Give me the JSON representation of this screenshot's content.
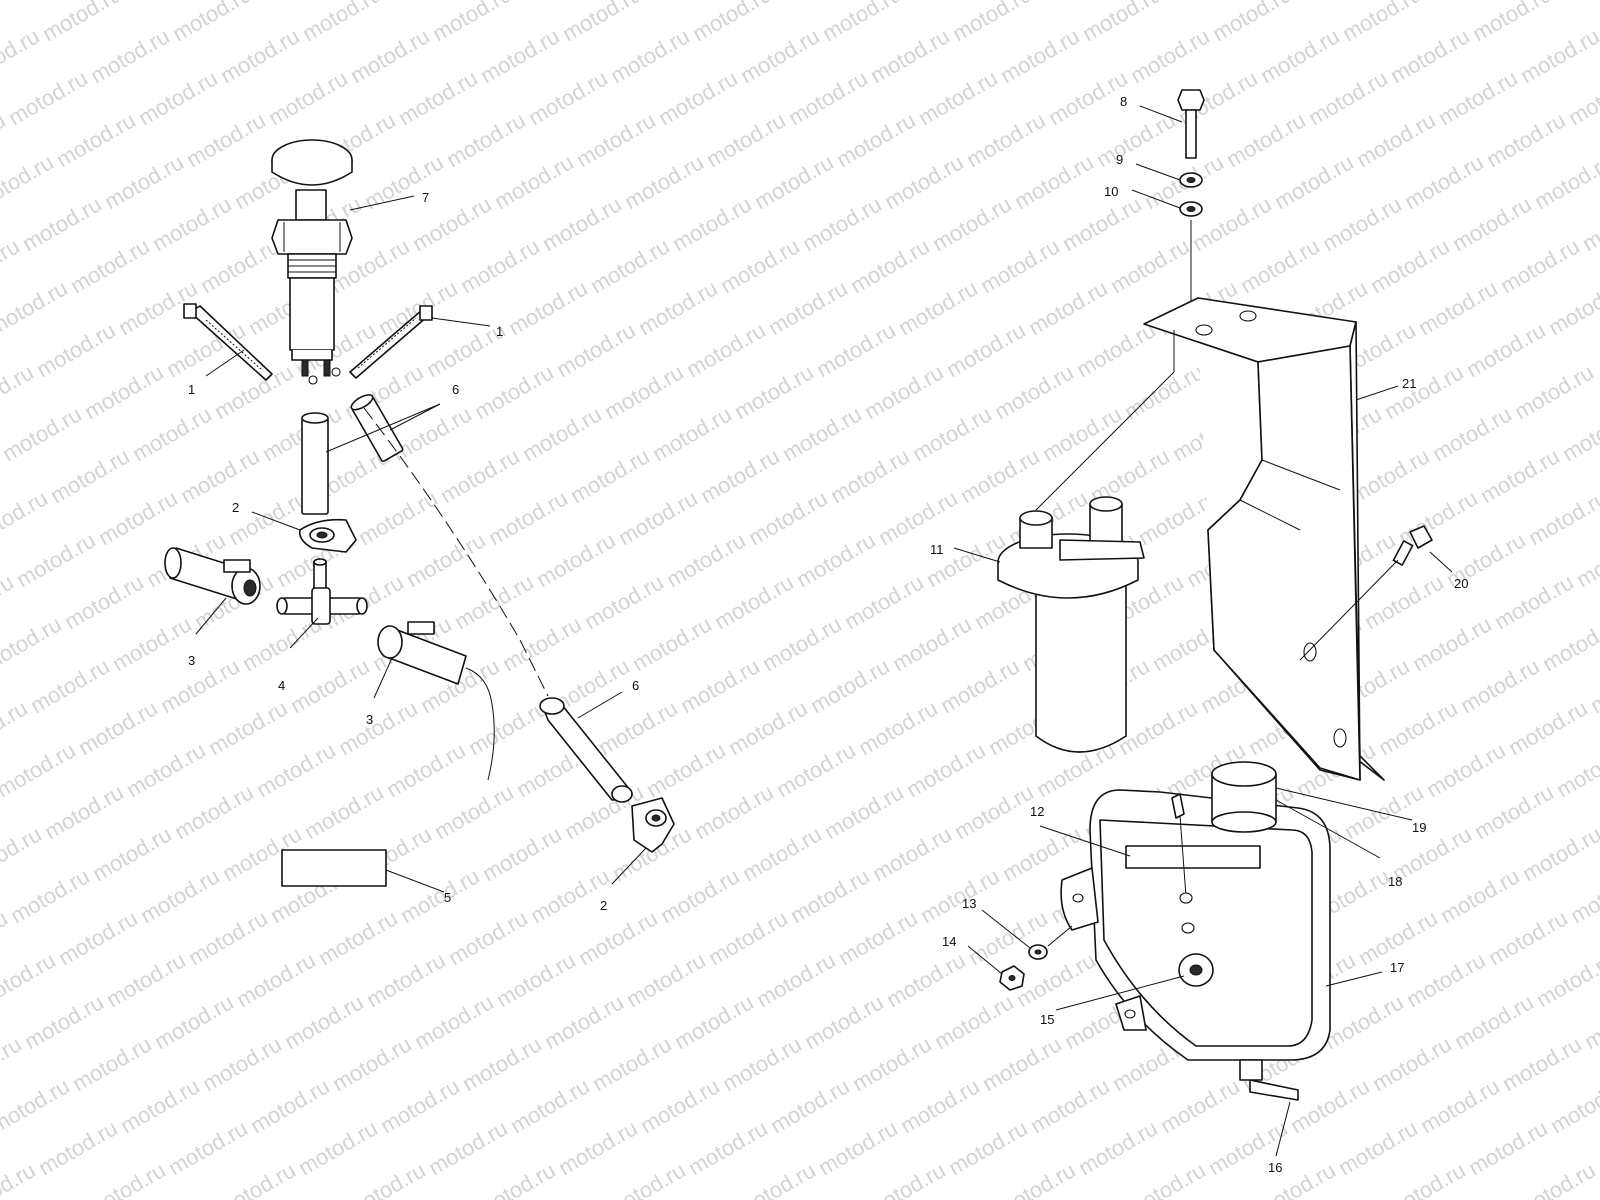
{
  "watermark": "motod.ru",
  "callouts": {
    "c1a": "1",
    "c1b": "1",
    "c2a": "2",
    "c2b": "2",
    "c3a": "3",
    "c3b": "3",
    "c4": "4",
    "c5": "5",
    "c6a": "6",
    "c6b": "6",
    "c7": "7",
    "c8": "8",
    "c9": "9",
    "c10": "10",
    "c11": "11",
    "c12": "12",
    "c13": "13",
    "c14": "14",
    "c15": "15",
    "c16": "16",
    "c17": "17",
    "c18": "18",
    "c19": "19",
    "c20": "20",
    "c21": "21"
  }
}
